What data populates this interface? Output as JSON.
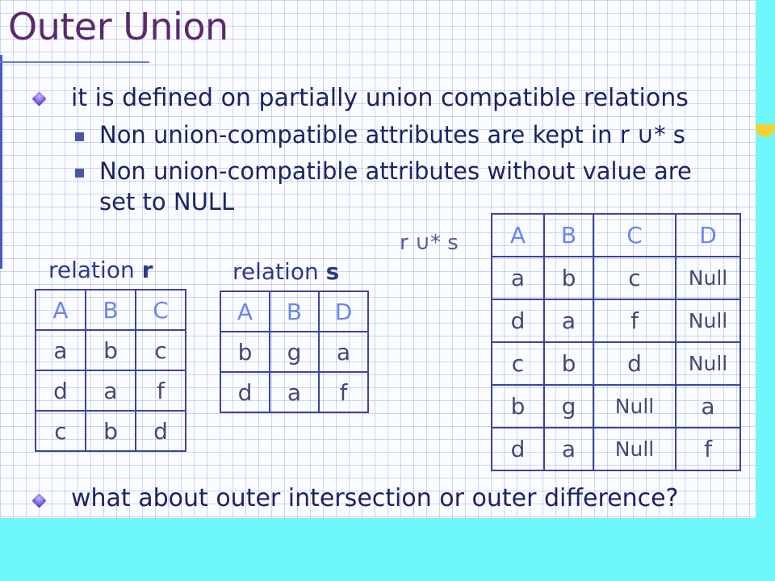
{
  "slide": {
    "title": "Outer Union",
    "bullets": [
      "it is defined on partially union compatible relations",
      "what about outer intersection or outer difference?"
    ],
    "sub_bullets": [
      "Non union-compatible attributes are kept in r ∪* s",
      "Non union-compatible attributes without value are",
      "set to NULL"
    ]
  },
  "relation_r": {
    "caption_prefix": "relation ",
    "caption_name": "r",
    "headers": [
      "A",
      "B",
      "C"
    ],
    "rows": [
      [
        "a",
        "b",
        "c"
      ],
      [
        "d",
        "a",
        "f"
      ],
      [
        "c",
        "b",
        "d"
      ]
    ]
  },
  "relation_s": {
    "caption_prefix": "relation ",
    "caption_name": "s",
    "headers": [
      "A",
      "B",
      "D"
    ],
    "rows": [
      [
        "b",
        "g",
        "a"
      ],
      [
        "d",
        "a",
        "f"
      ]
    ]
  },
  "result": {
    "label": "r ∪* s",
    "headers": [
      "A",
      "B",
      "C",
      "D"
    ],
    "rows": [
      [
        "a",
        "b",
        "c",
        "Null"
      ],
      [
        "d",
        "a",
        "f",
        "Null"
      ],
      [
        "c",
        "b",
        "d",
        "Null"
      ],
      [
        "b",
        "g",
        "Null",
        "a"
      ],
      [
        "d",
        "a",
        "Null",
        "f"
      ]
    ]
  },
  "colors": {
    "title": "#5a2a6a",
    "text": "#1a2560",
    "table_border": "#3a469a",
    "header_text": "#6b86ea",
    "outer_background": "#6ff8fb"
  },
  "icons": [
    "diamond-bullet-icon",
    "square-bullet-icon"
  ]
}
